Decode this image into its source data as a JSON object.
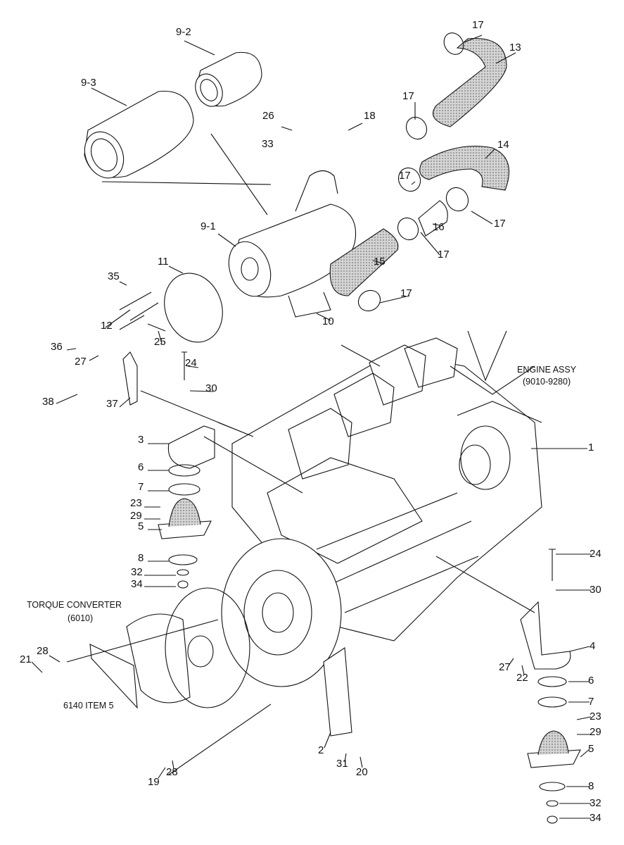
{
  "diagram": {
    "callouts": [
      "9-2",
      "9-3",
      "17",
      "13",
      "17",
      "26",
      "18",
      "33",
      "14",
      "17",
      "9-1",
      "16",
      "17",
      "17",
      "15",
      "11",
      "35",
      "17",
      "12",
      "10",
      "25",
      "36",
      "27",
      "24",
      "30",
      "38",
      "37",
      "3",
      "1",
      "6",
      "7",
      "23",
      "29",
      "5",
      "8",
      "32",
      "34",
      "24",
      "30",
      "28",
      "21",
      "4",
      "27",
      "22",
      "6",
      "7",
      "23",
      "29",
      "2",
      "5",
      "31",
      "20",
      "19",
      "28",
      "8",
      "32",
      "34"
    ],
    "notes": {
      "engine_assy": "ENGINE ASSY",
      "engine_assy_ref": "(9010-9280)",
      "torque_converter": "TORQUE CONVERTER",
      "torque_converter_ref": "(6010)",
      "item_ref": "6140 ITEM 5"
    },
    "colors": {
      "line": "#111111",
      "hose_fill": "#b8b8b8",
      "background": "#ffffff"
    }
  }
}
